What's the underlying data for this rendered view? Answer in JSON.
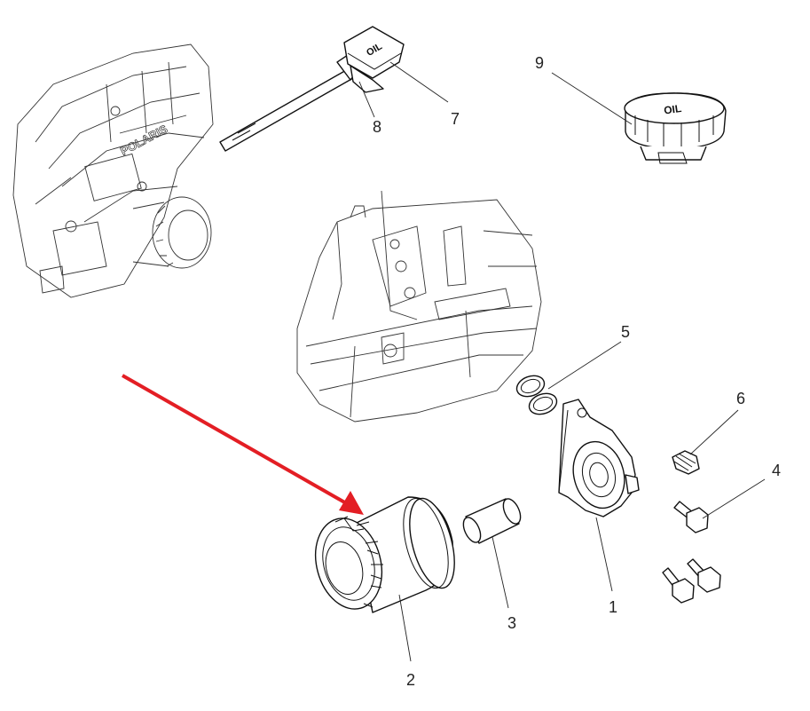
{
  "callouts": {
    "c1": "1",
    "c2": "2",
    "c3": "3",
    "c4": "4",
    "c5": "5",
    "c6": "6",
    "c7": "7",
    "c8": "8",
    "c9": "9"
  },
  "logos": {
    "engine_brand": "POLARIS",
    "dipstick_cap": "OIL",
    "fill_cap": "OIL"
  },
  "colors": {
    "line": "#111111",
    "arrow": "#e31e24",
    "background": "#ffffff"
  }
}
